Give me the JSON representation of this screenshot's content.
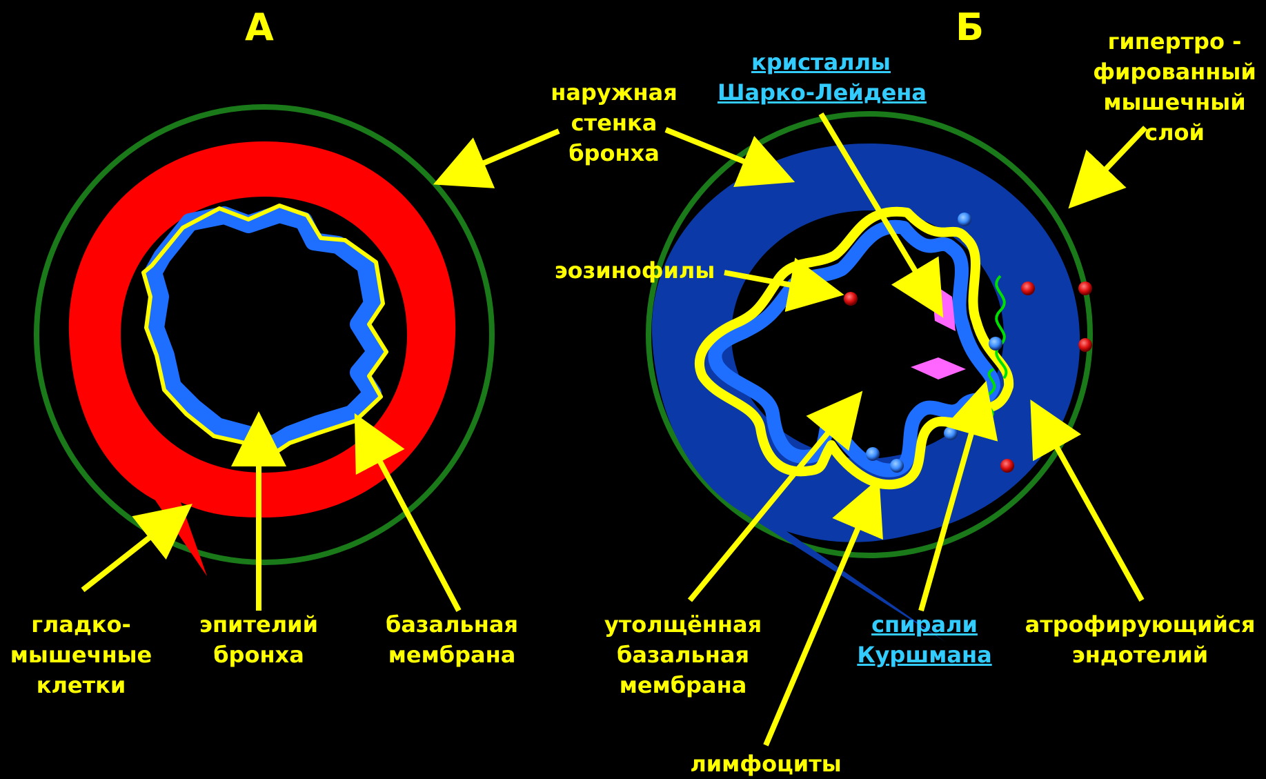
{
  "panels": {
    "a": "А",
    "b": "Б"
  },
  "labels": {
    "outer_wall": [
      "наружная",
      "стенка",
      "бронха"
    ],
    "smooth_muscle": [
      "гладко-",
      "мышечные",
      "клетки"
    ],
    "epithelium": [
      "эпителий",
      "бронха"
    ],
    "basal_membrane": [
      "базальная",
      "мембрана"
    ],
    "thick_basal_membrane": [
      "утолщённая",
      "базальная",
      "мембрана"
    ],
    "lymphocytes": [
      "лимфоциты"
    ],
    "curschmann": [
      "спирали",
      "Куршмана"
    ],
    "atrophic": [
      "атрофирующийся",
      "эндотелий"
    ],
    "eosinophils": [
      "эозинофилы"
    ],
    "charcot": [
      "кристаллы",
      "Шарко-Лейдена"
    ],
    "hypertrophied": [
      "гипертро -",
      "фированный",
      "мышечный",
      "слой"
    ]
  },
  "colors": {
    "background": "#000000",
    "label": "#ffff00",
    "link": "#33ccff",
    "outer_wall": "#1a7a1a",
    "smooth_muscle": "#ff0000",
    "hypertrophied_muscle": "#0b3aa8",
    "epithelium": "#1e6fff",
    "basal_membrane": "#ffff00",
    "eosinophil": "#ff2020",
    "lymphocyte": "#3a8cff",
    "crystal": "#ff66ff",
    "spiral": "#00e000"
  }
}
